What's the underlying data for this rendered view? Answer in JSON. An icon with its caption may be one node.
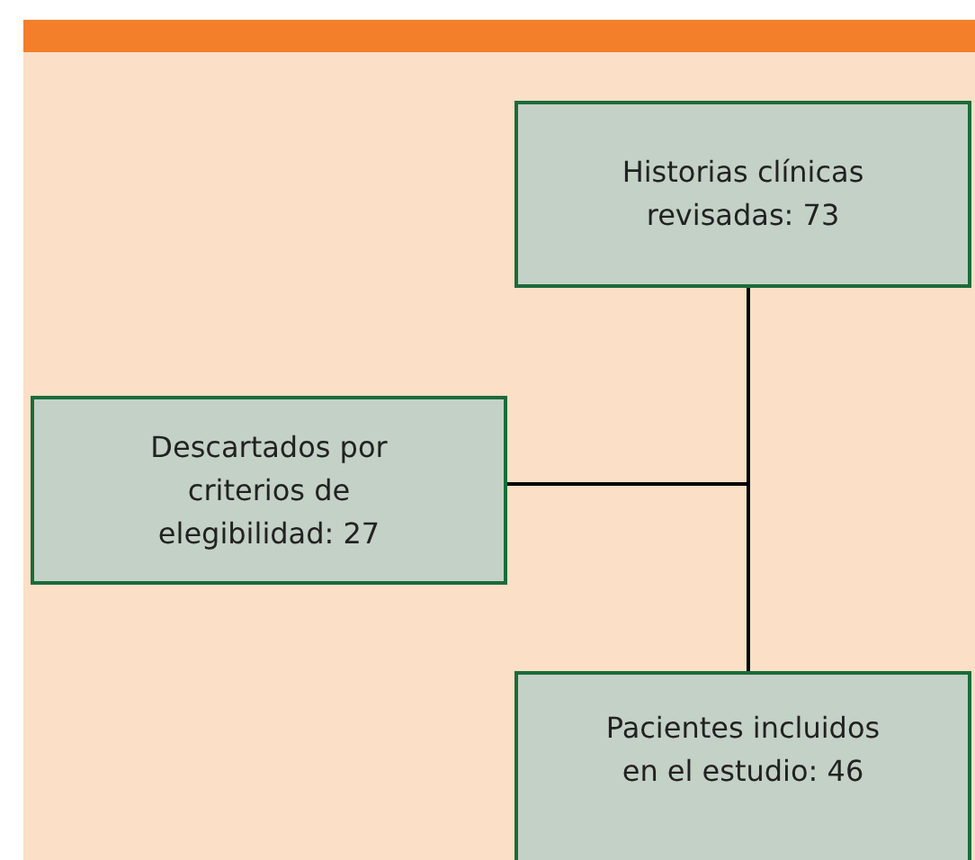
{
  "diagram": {
    "nodes": [
      {
        "text": [
          "Historias clínicas revisadas: 73"
        ]
      },
      {
        "text": [
          "Descartados por criterios de elegibilidad: 27"
        ]
      },
      {
        "text": [
          "Pacientes incluidos en el estudio: 46"
        ]
      }
    ],
    "edges": [
      {
        "from": 0,
        "to": 2,
        "arrow": "none"
      },
      {
        "from": 0,
        "to": 1,
        "arrow": "none"
      }
    ]
  }
}
